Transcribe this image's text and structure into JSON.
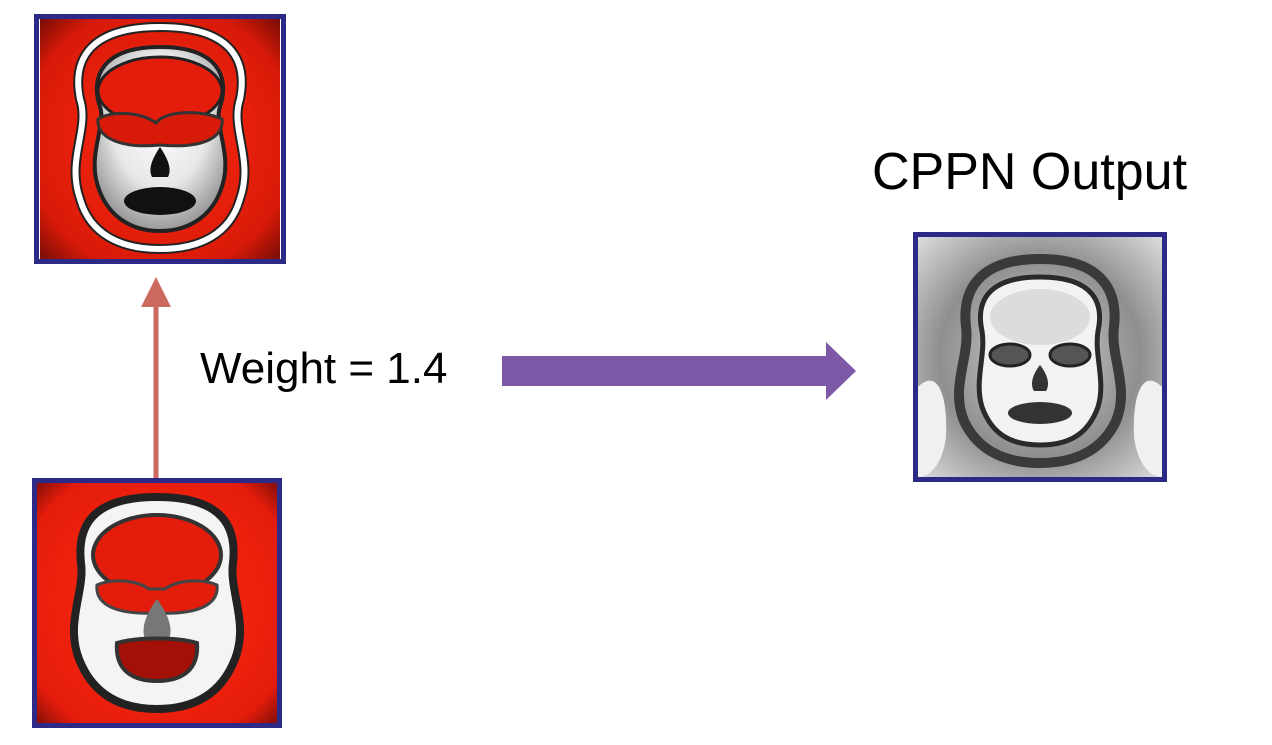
{
  "weight_label": "Weight = 1.4",
  "output_title": "CPPN Output",
  "colors": {
    "frame_border": "#2c2a86",
    "red_background": "#e41c0b",
    "connection_arrow": "#cd6a60",
    "output_arrow": "#7d58a6"
  },
  "icons": {
    "input_top": "red-skull-pattern",
    "input_bottom": "red-skull-open-mouth-pattern",
    "output": "grayscale-skull-pattern"
  }
}
